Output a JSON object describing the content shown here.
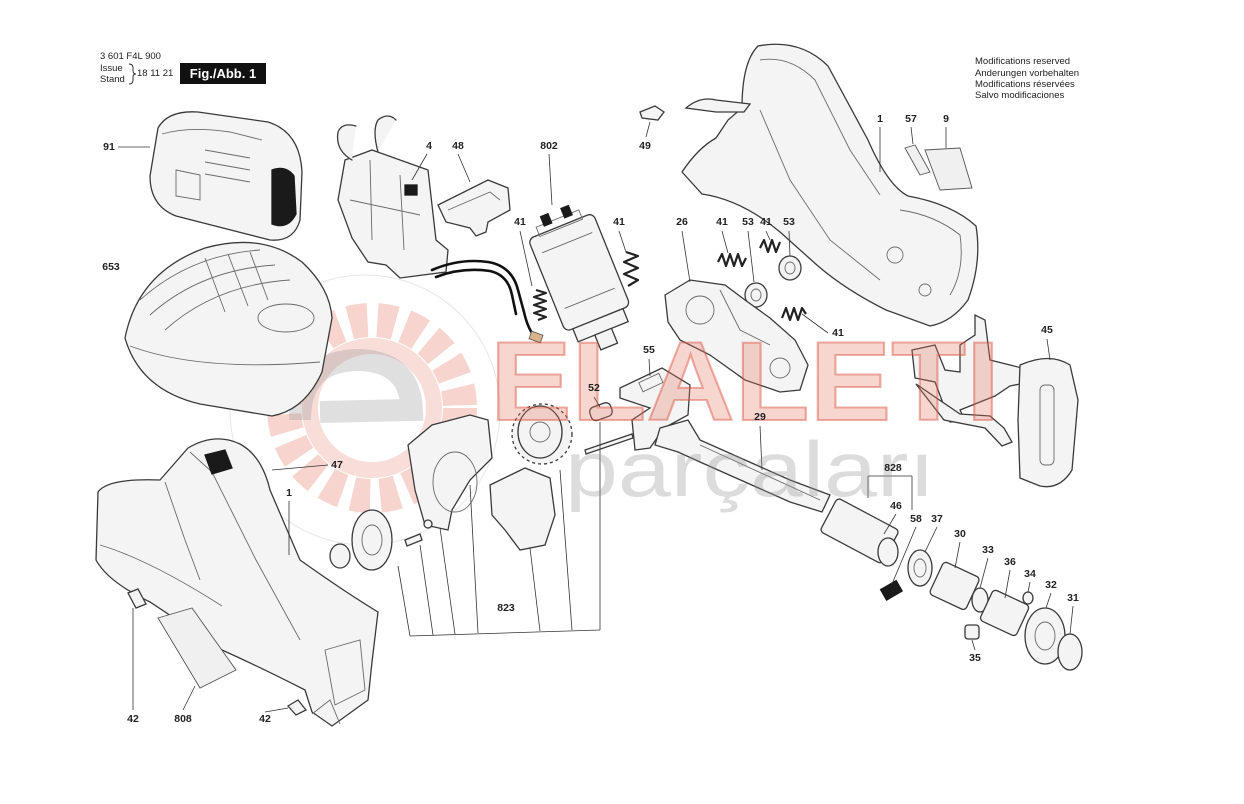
{
  "header": {
    "part_number": "3 601 F4L 900",
    "issue_label": "Issue",
    "stand_label": "Stand",
    "date": "18 11 21",
    "figure": "Fig./Abb. 1"
  },
  "notice": {
    "en": "Modifications reserved",
    "de": "Anderungen vorbehalten",
    "fr": "Modifications réservées",
    "es": "Salvo modificaciones"
  },
  "callouts": [
    "91",
    "653",
    "47",
    "1",
    "42",
    "808",
    "42",
    "4",
    "48",
    "802",
    "49",
    "1",
    "57",
    "9",
    "41",
    "41",
    "26",
    "41",
    "53",
    "41",
    "53",
    "41",
    "45",
    "55",
    "52",
    "29",
    "828",
    "46",
    "58",
    "37",
    "30",
    "33",
    "36",
    "34",
    "32",
    "31",
    "35",
    "823"
  ],
  "watermark": {
    "brand": "ELALETI",
    "tagline": "parçaları"
  },
  "colors": {
    "watermark_red": "#e06a55",
    "watermark_gray": "#9a9a9a",
    "line": "#333333",
    "figure_box": "#111111"
  }
}
